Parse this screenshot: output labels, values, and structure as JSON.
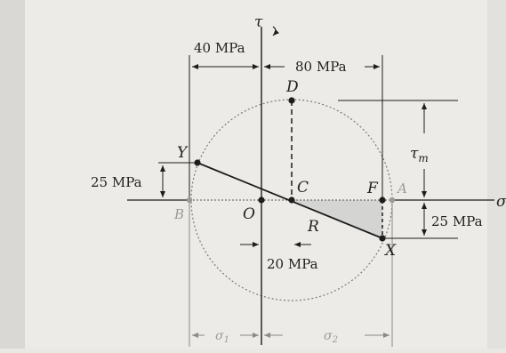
{
  "diagram": {
    "axis_labels": {
      "tau_axis": "τ",
      "sigma_axis": "σ"
    },
    "points": {
      "D": "D",
      "Y": "Y",
      "C": "C",
      "F": "F",
      "A": "A",
      "B": "B",
      "O": "O",
      "X": "X"
    },
    "labels": {
      "radius": "R",
      "tau_max": "τ",
      "tau_max_subscript": "m",
      "sigma_left": "σ",
      "sigma_left_subscript": "1",
      "sigma_right": "σ",
      "sigma_right_subscript": "2"
    },
    "dimensions": {
      "dist_40": "40 MPa",
      "dist_80": "80 MPa",
      "dist_25_left": "25 MPa",
      "dist_25_right": "25 MPa",
      "dist_20": "20 MPa"
    },
    "colors": {
      "ink": "#1d1d1d",
      "paper": "#f2f1ee",
      "shade": "#cfcfcd"
    }
  }
}
